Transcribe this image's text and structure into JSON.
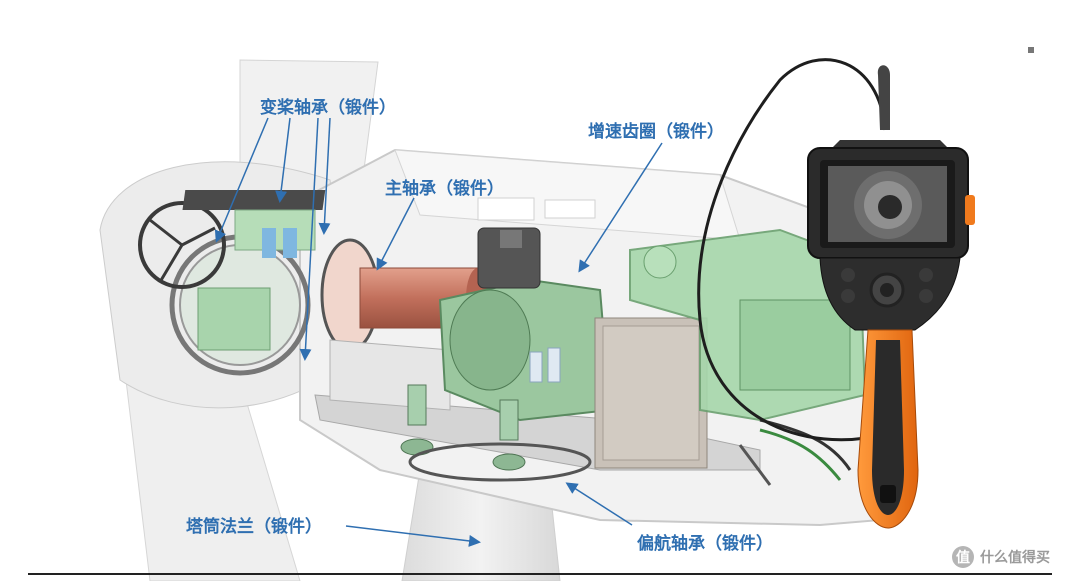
{
  "labels": {
    "pitch_bearing": "变桨轴承（锻件）",
    "main_bearing": "主轴承（锻件）",
    "gear_ring": "增速齿圈（锻件）",
    "tower_flange": "塔筒法兰（锻件）",
    "yaw_bearing": "偏航轴承（锻件）"
  },
  "watermark": {
    "logo_char": "值",
    "text": "什么值得买"
  },
  "colors": {
    "label": "#2f6fb1",
    "machine_green": "#9fd2a5",
    "shaft_red": "#c9826f",
    "probe_orange": "#f07a1d",
    "housing_gray": "#e7e7e7"
  }
}
